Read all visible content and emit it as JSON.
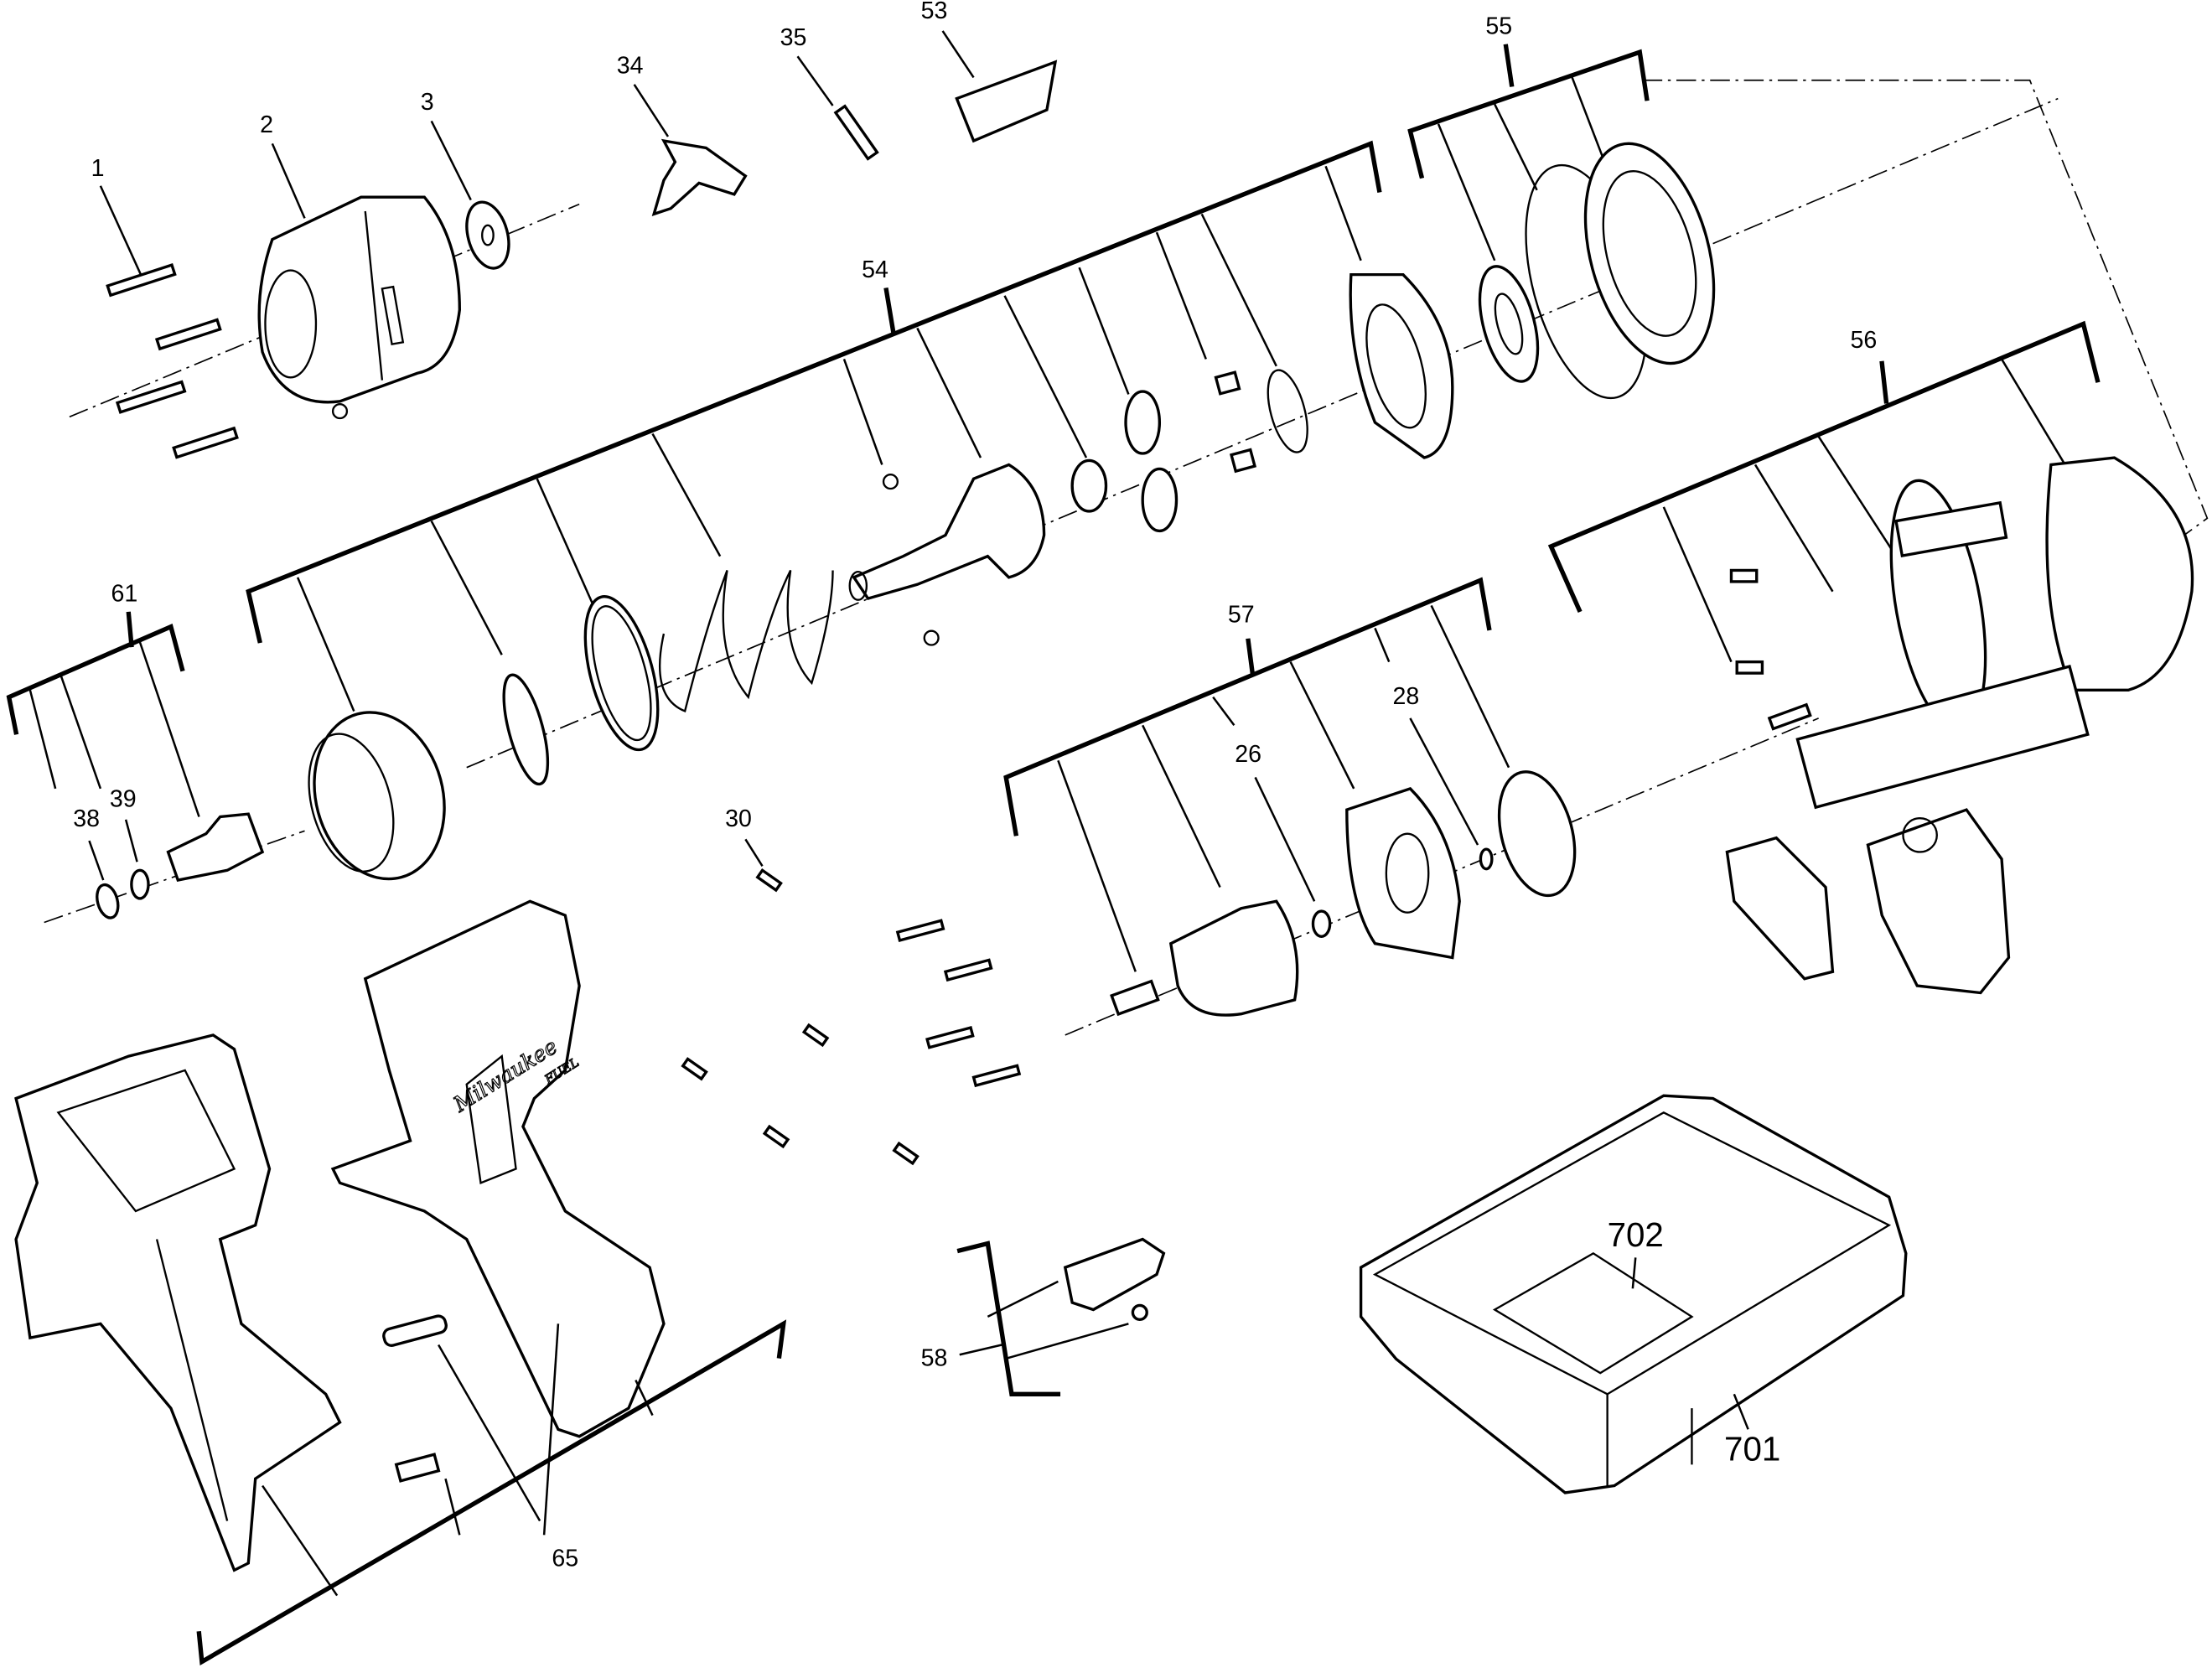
{
  "diagram": {
    "type": "exploded parts diagram",
    "callouts": {
      "p1": "1",
      "p2": "2",
      "p3": "3",
      "p34": "34",
      "p35": "35",
      "p53": "53",
      "p54": "54",
      "p55": "55",
      "p56": "56",
      "p57": "57",
      "p61": "61",
      "p38": "38",
      "p39": "39",
      "p26": "26",
      "p28": "28",
      "p30": "30",
      "p58": "58",
      "p65": "65",
      "p701": "701",
      "p702": "702"
    },
    "housing_logo": "Milwaukee",
    "housing_sublogo": "FUEL"
  }
}
